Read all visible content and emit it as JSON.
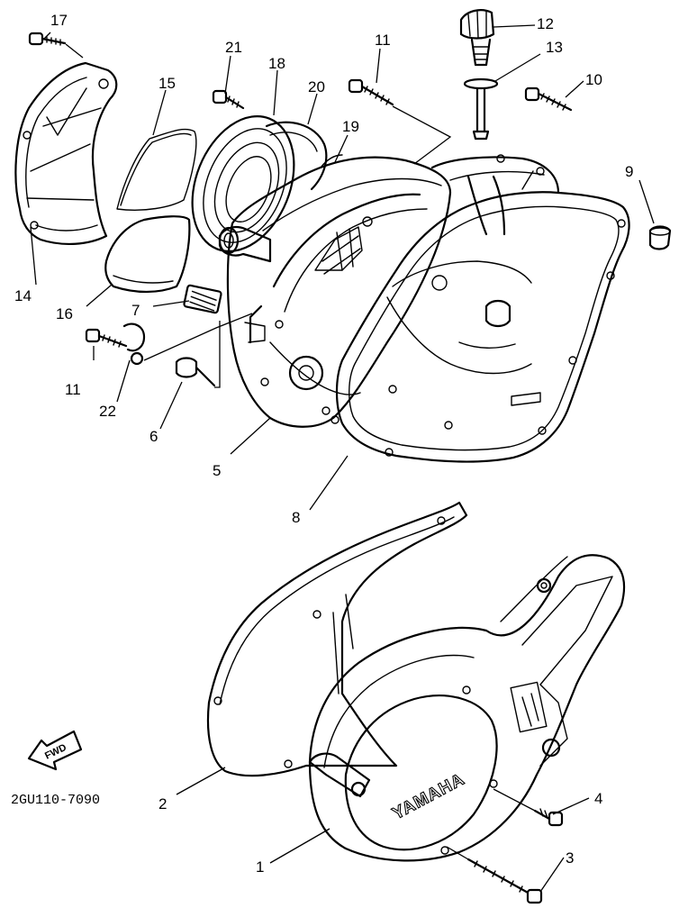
{
  "diagram": {
    "part_code": "2GU110-7090",
    "brand_text": "YAMAHA",
    "fwd_label": "FWD",
    "callouts": {
      "c1": "1",
      "c2": "2",
      "c3": "3",
      "c4": "4",
      "c5": "5",
      "c6": "6",
      "c7": "7",
      "c8": "8",
      "c9": "9",
      "c10": "10",
      "c11a": "11",
      "c11b": "11",
      "c12": "12",
      "c13": "13",
      "c14": "14",
      "c15": "15",
      "c16": "16",
      "c17": "17",
      "c18": "18",
      "c19": "19",
      "c20": "20",
      "c21": "21",
      "c22": "22"
    }
  }
}
